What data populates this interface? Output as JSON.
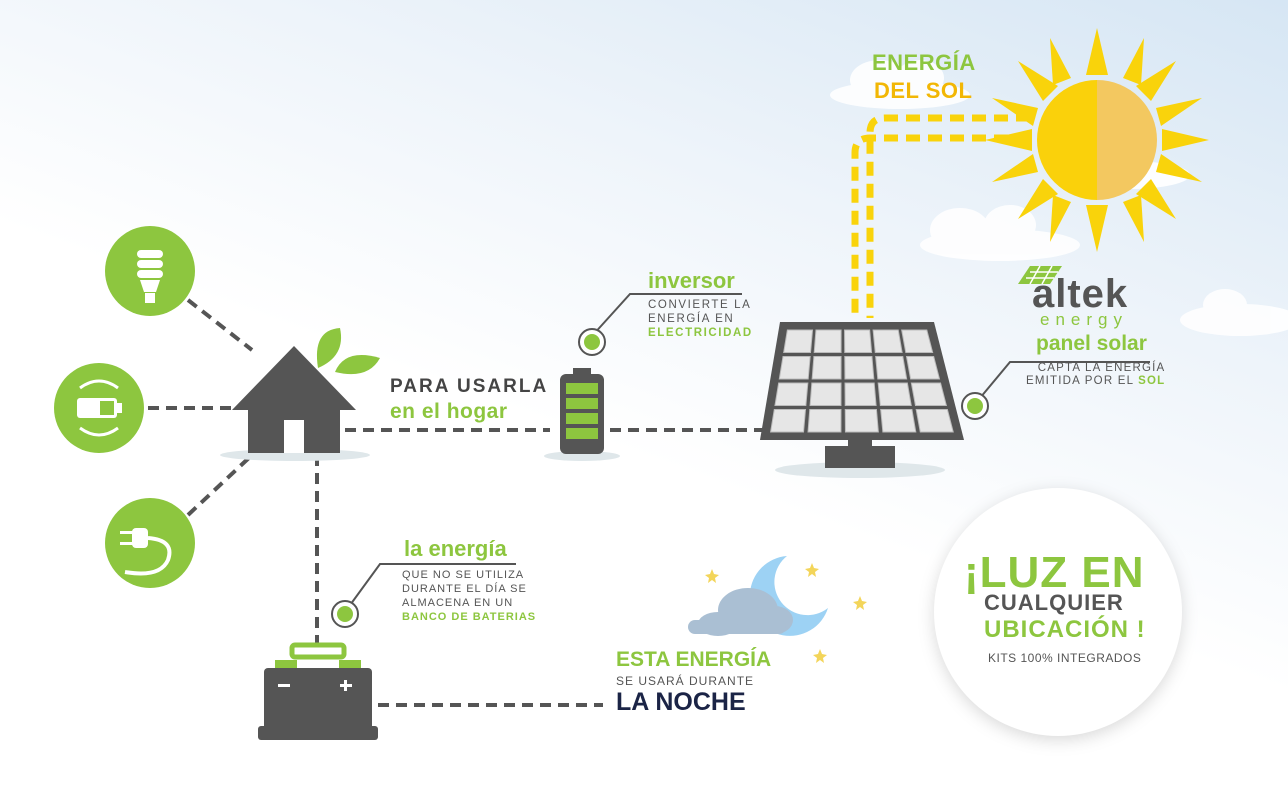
{
  "sun": {
    "label_line1": "ENERGÍA",
    "label_line2": "DEL SOL"
  },
  "inverter": {
    "title": "inversor",
    "desc_line1": "CONVIERTE LA",
    "desc_line2": "ENERGÍA EN",
    "desc_line3": "ELECTRICIDAD"
  },
  "home": {
    "label_line1": "PARA USARLA",
    "label_line2": "en el hogar"
  },
  "logo": {
    "brand": "altek",
    "sub": "energy"
  },
  "panel": {
    "title": "panel solar",
    "desc_line1": "CAPTA LA ENERGÍA",
    "desc_line2_prefix": "EMITIDA POR EL",
    "desc_line2_highlight": "SOL"
  },
  "storage": {
    "title": "la energía",
    "desc_line1": "QUE NO SE UTILIZA",
    "desc_line2": "DURANTE EL DÍA SE",
    "desc_line3": "ALMACENA EN UN",
    "desc_line4": "BANCO DE BATERIAS"
  },
  "night": {
    "line1": "ESTA ENERGÍA",
    "line2": "SE USARÁ DURANTE",
    "line3": "LA NOCHE"
  },
  "badge": {
    "line1": "¡LUZ EN",
    "line2": "CUALQUIER",
    "line3": "UBICACIÓN !",
    "line4": "KITS 100% INTEGRADOS"
  },
  "colors": {
    "green": "#8dc63f",
    "dark_gray": "#555555",
    "sun_yellow": "#f9d30b",
    "sun_orange": "#f3c860",
    "navy": "#1b2446"
  },
  "icons": [
    "lightbulb-icon",
    "battery-recycle-icon",
    "plug-icon",
    "house-icon",
    "leaf-icon",
    "inverter-battery-icon",
    "solar-panel-icon",
    "sun-icon",
    "car-battery-icon",
    "moon-icon",
    "cloud-icon",
    "star-icon"
  ]
}
